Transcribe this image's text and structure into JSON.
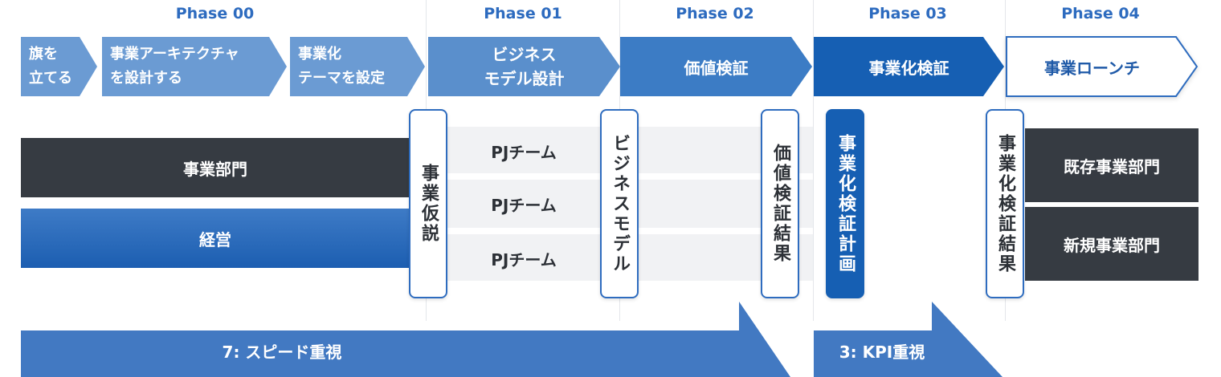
{
  "phases": [
    {
      "label": "Phase 00"
    },
    {
      "label": "Phase 01"
    },
    {
      "label": "Phase 02"
    },
    {
      "label": "Phase 03"
    },
    {
      "label": "Phase 04"
    }
  ],
  "steps": {
    "flag": "旗を\n立てる",
    "architecture": "事業アーキテクチャ\nを設計する",
    "theme": "事業化\nテーマを設定",
    "business_model": "ビジネス\nモデル設計",
    "value_verification": "価値検証",
    "commercialization_verification": "事業化検証",
    "launch": "事業ローンチ"
  },
  "left_bars": {
    "business_unit": "事業部門",
    "management": "経営"
  },
  "pj_teams": [
    "PJチーム",
    "PJチーム",
    "PJチーム"
  ],
  "milestones": {
    "hypothesis": "事業仮説",
    "business_model": "ビジネスモデル",
    "value_result": "価値検証結果",
    "plan": "事業化検証計画",
    "commercialization_result": "事業化検証結果"
  },
  "right_bars": {
    "existing": "既存事業部門",
    "new": "新規事業部門"
  },
  "arrows": {
    "speed": "7: スピード重視",
    "kpi": "3: KPI重視"
  },
  "colors": {
    "phase_text": "#2d6bbf",
    "dark_bar": "#363b42",
    "accent_blue": "#165fb3"
  }
}
